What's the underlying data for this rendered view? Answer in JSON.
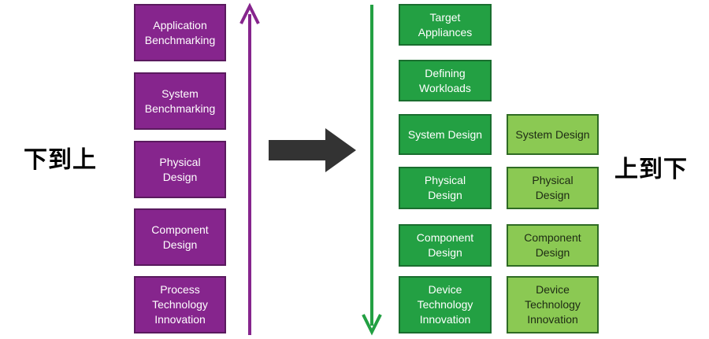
{
  "labels": {
    "bottom_up": "下到上",
    "top_down": "上到下"
  },
  "left_column": [
    "Application\nBenchmarking",
    "System\nBenchmarking",
    "Physical\nDesign",
    "Component\nDesign",
    "Process\nTechnology\nInnovation"
  ],
  "middle_column": [
    "Target\nAppliances",
    "Defining\nWorkloads",
    "System Design",
    "Physical\nDesign",
    "Component\nDesign",
    "Device\nTechnology\nInnovation"
  ],
  "right_column": [
    "System Design",
    "Physical\nDesign",
    "Component\nDesign",
    "Device\nTechnology\nInnovation"
  ],
  "colors": {
    "purple": "#86258d",
    "green": "#23a043",
    "light_green": "#8bc953",
    "arrow": "#333333"
  }
}
